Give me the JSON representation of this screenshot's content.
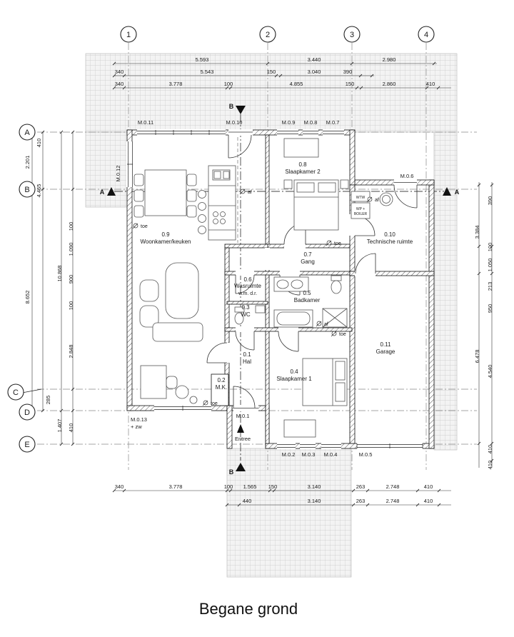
{
  "title": "Begane grond",
  "axes": {
    "cols": [
      "1",
      "2",
      "3",
      "4"
    ],
    "rows": [
      "A",
      "B",
      "C",
      "D",
      "E"
    ]
  },
  "dims": {
    "top1": [
      "5.593",
      "3.440",
      "2.980"
    ],
    "top2": [
      "340",
      "5.543",
      "150",
      "3.040",
      "390"
    ],
    "top3": [
      "340",
      "3.778",
      "100",
      "4.855",
      "150",
      "2.860",
      "410"
    ],
    "bottom1": [
      "340",
      "3.778",
      "100",
      "1.565",
      "150",
      "3.140",
      "263",
      "2.748",
      "410"
    ],
    "bottom2": [
      "440",
      "3.140",
      "263",
      "2.748",
      "410"
    ],
    "left": [
      "410",
      "2.201",
      "4.465",
      "100",
      "1.090",
      "10.868",
      "8.652",
      "900",
      "100",
      "2.848",
      "285",
      "1.407",
      "410"
    ],
    "right": [
      "390",
      "3.384",
      "100",
      "1.050",
      "213",
      "950",
      "6.478",
      "4.540",
      "410",
      "410"
    ]
  },
  "rooms": [
    {
      "number": "0.1",
      "name": "Hal"
    },
    {
      "number": "0.2",
      "name": "M.K."
    },
    {
      "number": "0.3",
      "name": "WC"
    },
    {
      "number": "0.4",
      "name": "Slaapkamer 1"
    },
    {
      "number": "0.5",
      "name": "Badkamer"
    },
    {
      "number": "0.6",
      "name": "Wasruimte",
      "extra": "w.m.  d.r."
    },
    {
      "number": "0.7",
      "name": "Gang"
    },
    {
      "number": "0.8",
      "name": "Slaapkamer 2"
    },
    {
      "number": "0.9",
      "name": "Woonkamer/keuken"
    },
    {
      "number": "0.10",
      "name": "Technische ruimte"
    },
    {
      "number": "0.11",
      "name": "Garage"
    }
  ],
  "markers": {
    "m1": "M.0.1",
    "m2": "M.0.2",
    "m3": "M.0.3",
    "m4": "M.0.4",
    "m5": "M.0.5",
    "m6": "M.0.6",
    "m7": "M.0.7",
    "m8": "M.0.8",
    "m9": "M.0.9",
    "m10": "M.0.10",
    "m11": "M.0.11",
    "m12": "M.0.12",
    "m13": "M.0.13",
    "m13_extra": "+ zw",
    "entree": "Entree"
  },
  "vents": {
    "af": "af",
    "toe": "toe"
  },
  "equipment": {
    "wtw": "WTW",
    "wp": "WP +",
    "boiler": "BOILER"
  },
  "sections": {
    "a": "A",
    "b": "B"
  }
}
